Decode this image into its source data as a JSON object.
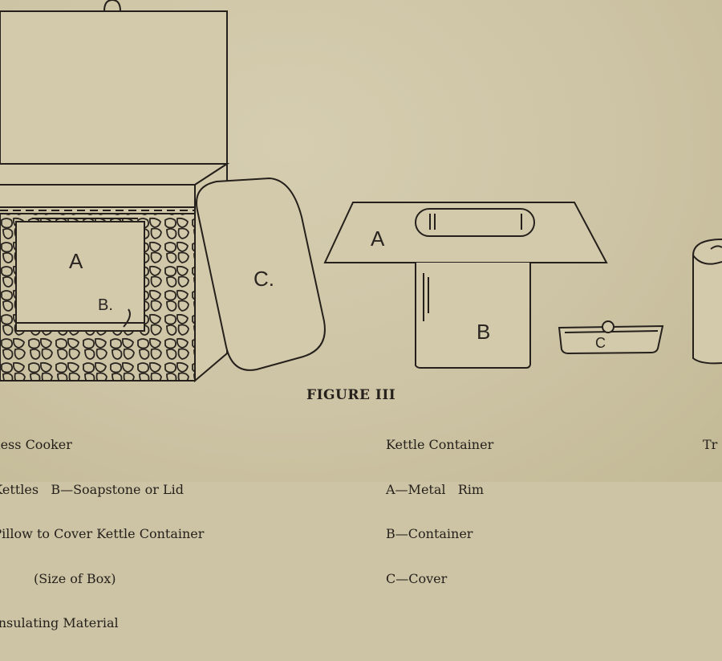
{
  "figure": {
    "title": "FIGURE III",
    "labels": {
      "kettle": "A",
      "soapstone": "B.",
      "cover_pillow": "C.",
      "rim": "A",
      "container": "B",
      "cover": "C"
    }
  },
  "captions": {
    "left": [
      "eless Cooker",
      "-Kettles   B—Soapstone or Lid",
      "-Pillow to Cover Kettle Container",
      "           (Size of Box)",
      "-Insulating Material"
    ],
    "middle": [
      "Kettle Container",
      "A—Metal   Rim",
      "B—Container",
      "C—Cover"
    ],
    "right": [
      "Tr"
    ]
  },
  "colors": {
    "paper": "#cdc4a5",
    "ink": "#25201b"
  }
}
